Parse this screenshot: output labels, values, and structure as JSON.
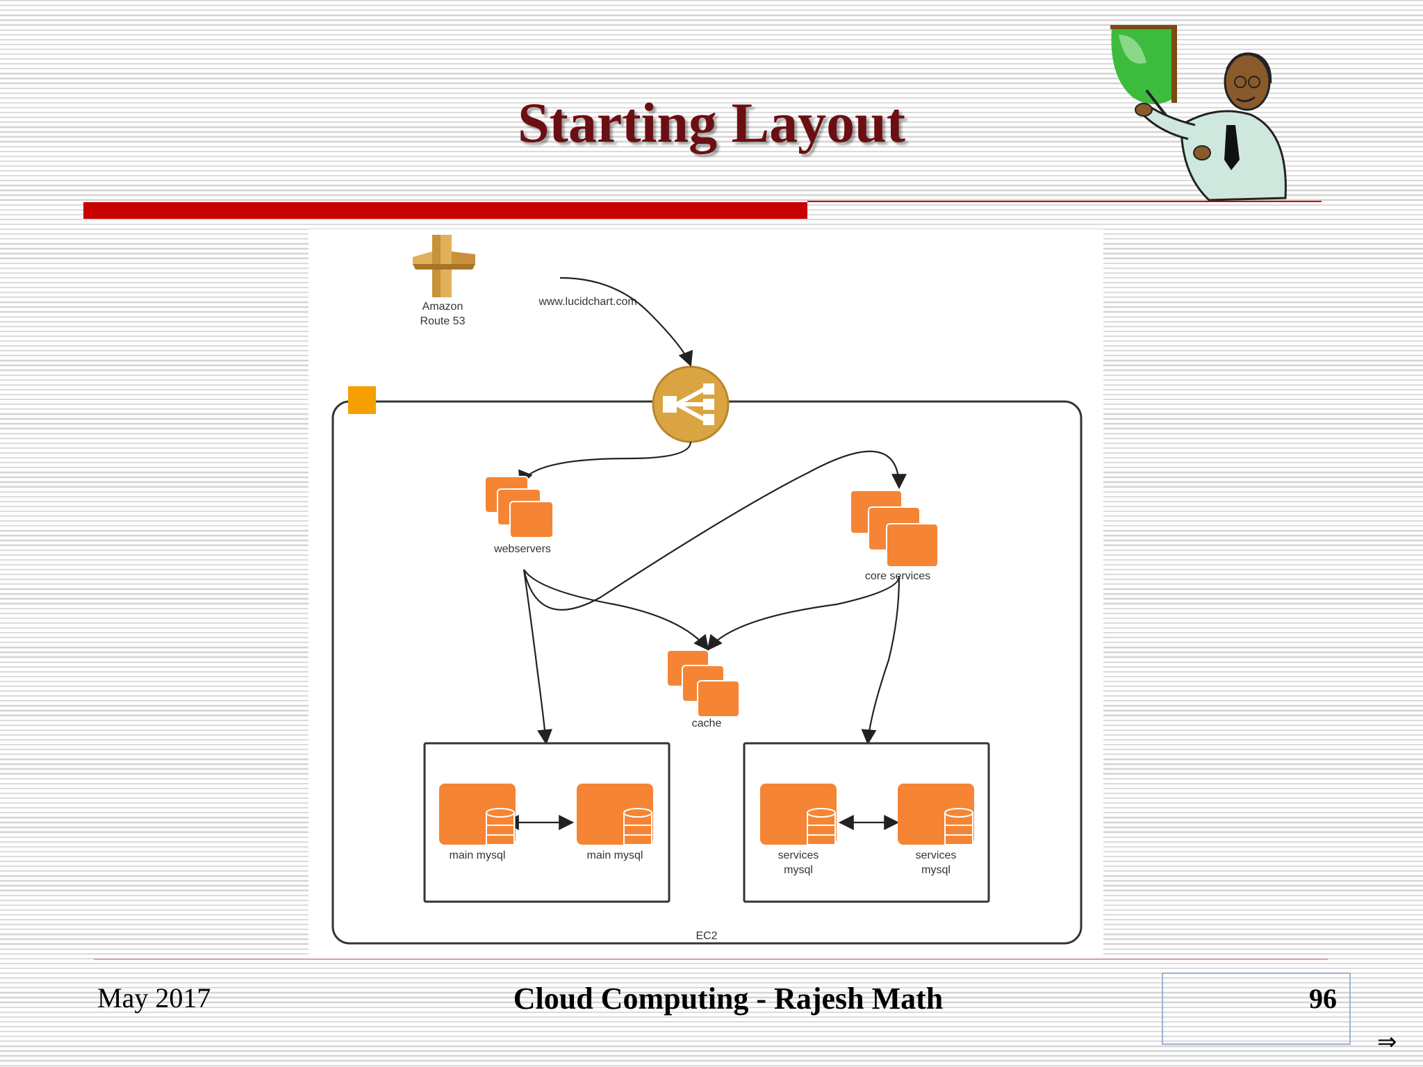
{
  "slide": {
    "title": "Starting Layout"
  },
  "diagram": {
    "route53_label_line1": "Amazon",
    "route53_label_line2": "Route 53",
    "domain_label": "www.lucidchart.com",
    "webservers_label": "webservers",
    "core_services_label": "core services",
    "cache_label": "cache",
    "main_mysql_1_label": "main mysql",
    "main_mysql_2_label": "main mysql",
    "services_mysql_1_line1": "services",
    "services_mysql_1_line2": "mysql",
    "services_mysql_2_line1": "services",
    "services_mysql_2_line2": "mysql",
    "ec2_label": "EC2",
    "colors": {
      "aws_orange": "#f58534",
      "aws_gold": "#d9a441",
      "outline": "#333333"
    }
  },
  "footer": {
    "date": "May 2017",
    "center_text": "Cloud Computing - Rajesh Math",
    "page_number": "96",
    "next_symbol": "⇒"
  },
  "colors": {
    "title": "#6b0f12",
    "accent_rule": "#c80000"
  }
}
